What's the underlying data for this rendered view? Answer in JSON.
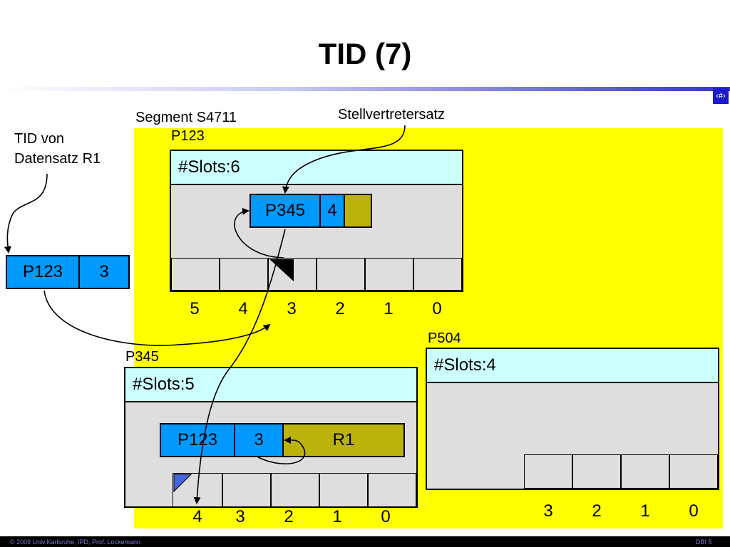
{
  "title": "TID (7)",
  "page_indicator": "‹#›",
  "labels": {
    "segment": "Segment S4711",
    "p123_page": "P123",
    "tid_line1": "TID von",
    "tid_line2": "Datensatz R1",
    "stellvertreter": "Stellvertretersatz",
    "p504_page": "P504",
    "p345_page": "P345"
  },
  "tid_box": {
    "page": "P123",
    "slot": "3"
  },
  "page_p123": {
    "header": "#Slots:6",
    "proxy": {
      "page": "P345",
      "slot": "4"
    },
    "slot_numbers": [
      "5",
      "4",
      "3",
      "2",
      "1",
      "0"
    ]
  },
  "page_p504": {
    "header": "#Slots:4",
    "slot_numbers": [
      "3",
      "2",
      "1",
      "0"
    ]
  },
  "page_p345": {
    "header": "#Slots:5",
    "record": {
      "page": "P123",
      "slot": "3",
      "name": "R1"
    },
    "slot_numbers": [
      "4",
      "3",
      "2",
      "1",
      "0"
    ]
  },
  "footer": {
    "left": "© 2009 Univ.Karlsruhe, IPD, Prof. Lockemann",
    "right": "DBI 5"
  },
  "colors": {
    "segment_bg": "#ffff00",
    "header_bg": "#ccffff",
    "page_bg": "#dedede",
    "tid_cell": "#0099ff",
    "record_body": "#bbb30b",
    "footer_bg": "#000000"
  }
}
